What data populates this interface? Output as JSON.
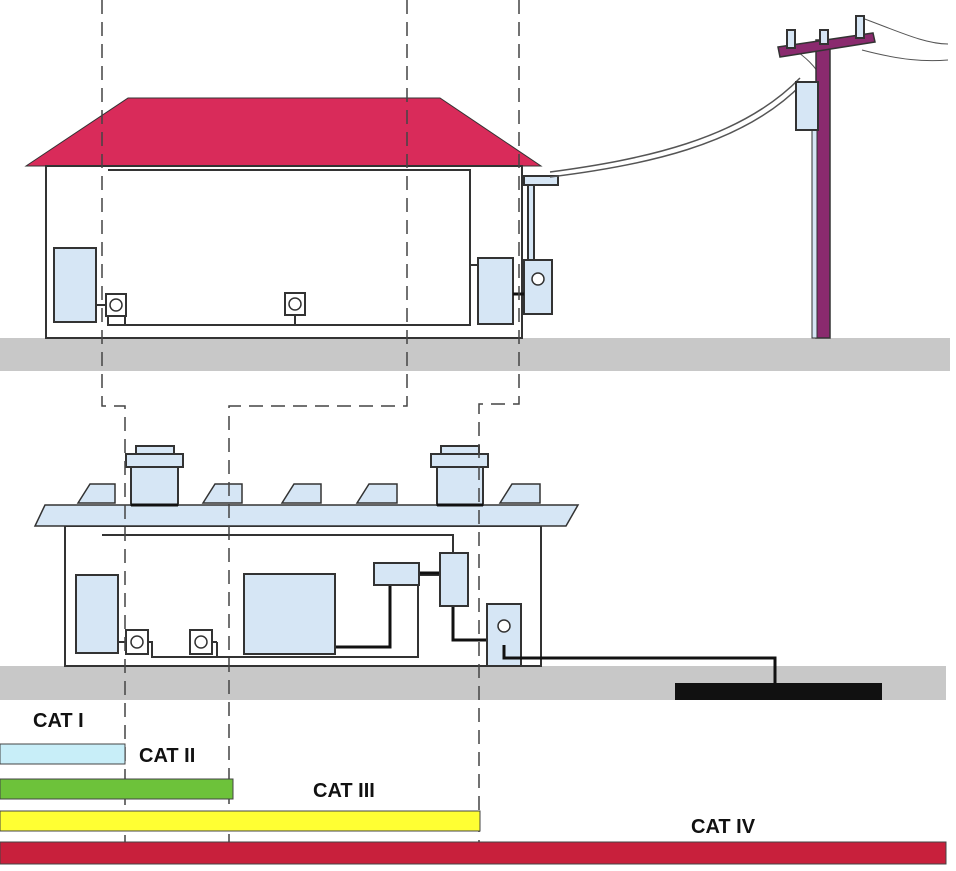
{
  "categories": [
    {
      "label": "CAT I",
      "color": "#c8eef8"
    },
    {
      "label": "CAT II",
      "color": "#6dc23a"
    },
    {
      "label": "CAT III",
      "color": "#ffff33"
    },
    {
      "label": "CAT IV",
      "color": "#c8203c"
    }
  ],
  "colors": {
    "roof": "#d92b5a",
    "ground": "#c8c8c8",
    "pole": "#8a2a6e",
    "equipment": "#d6e6f5",
    "ground_rod": "#111111"
  }
}
